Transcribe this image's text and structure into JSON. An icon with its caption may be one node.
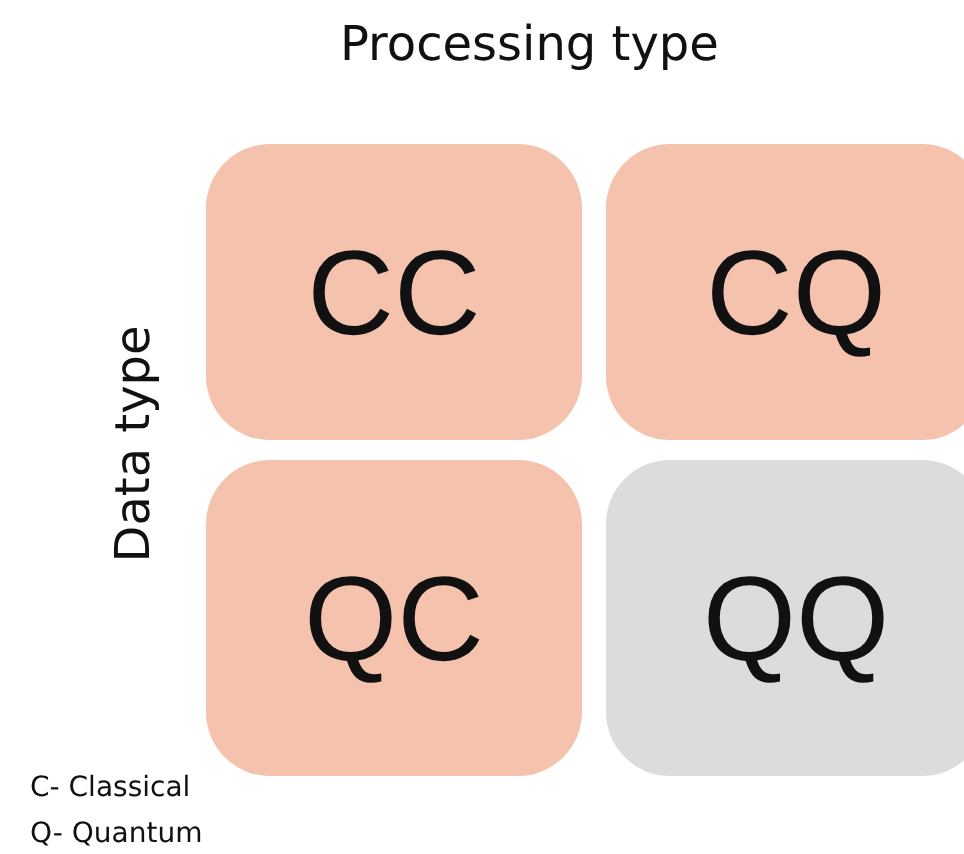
{
  "diagram": {
    "nodes": [
      {
        "text": [
          "CC"
        ]
      },
      {
        "text": [
          "CQ"
        ]
      },
      {
        "text": [
          "QC"
        ]
      },
      {
        "text": [
          "QQ"
        ]
      }
    ],
    "labels": [
      "Processing type",
      "Data type",
      "C- Classical",
      "Q- Quantum"
    ]
  }
}
